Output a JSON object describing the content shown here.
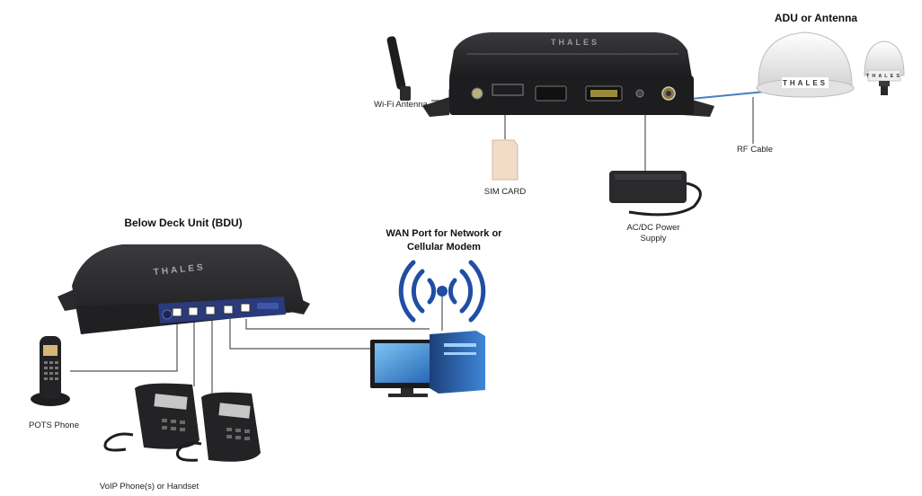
{
  "labels": {
    "adu": "ADU or Antenna",
    "wifi_antenna": "Wi-Fi Antenna",
    "sim_card": "SIM CARD",
    "ac_dc_power_supply": [
      "AC/DC Power",
      "Supply"
    ],
    "rf_cable": "RF Cable",
    "bdu": "Below Deck Unit (BDU)",
    "wan_port": [
      "WAN Port for Network or",
      "Cellular Modem"
    ],
    "pots_phone": "POTS Phone",
    "voip_phones": "VoIP Phone(s) or Handset"
  },
  "brand": {
    "top_unit": "THALES",
    "bdu": "THALES",
    "adu": "THALES",
    "adu_small": "THALES"
  },
  "colors": {
    "line": "#555555",
    "rf_cable": "#4a7fc0",
    "wan_blue": "#1f4ea3",
    "device_dark": "#2b2b2e",
    "bdu_panel": "#2a3a7a",
    "monitor_blue": "#2f78c8"
  }
}
